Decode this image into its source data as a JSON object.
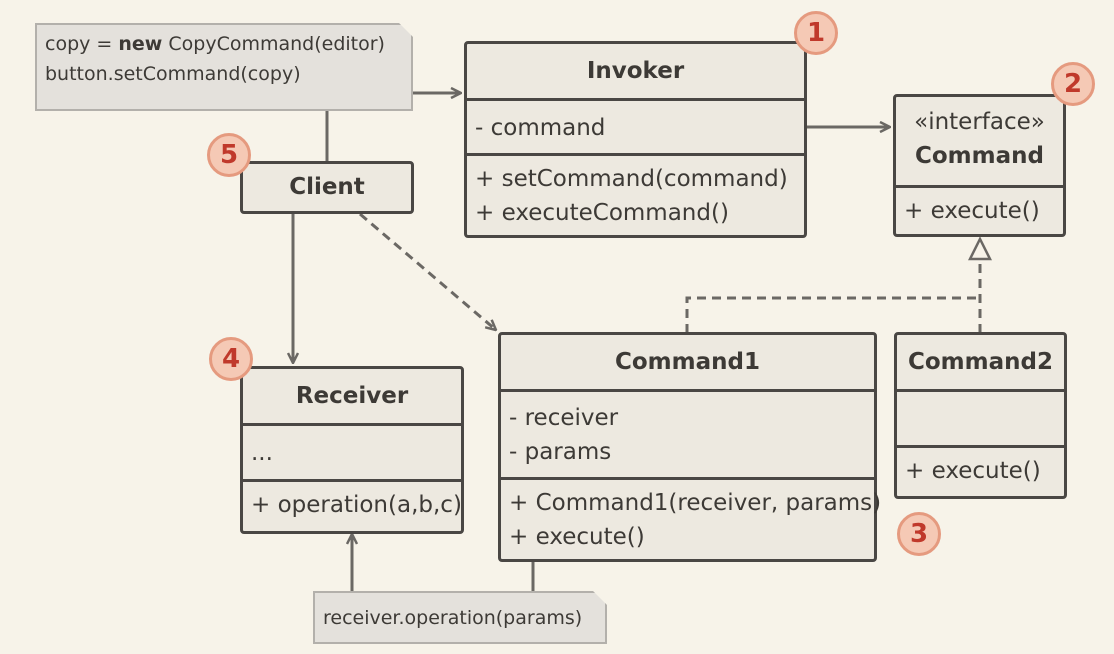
{
  "note_client": {
    "line1_prefix": "copy = ",
    "line1_keyword": "new",
    "line1_suffix": " CopyCommand(editor)",
    "line2": "button.setCommand(copy)"
  },
  "note_command1": {
    "text": "receiver.operation(params)"
  },
  "invoker": {
    "name": "Invoker",
    "fields": [
      "- command"
    ],
    "methods": [
      "+ setCommand(command)",
      "+ executeCommand()"
    ]
  },
  "command_interface": {
    "stereotype": "«interface»",
    "name": "Command",
    "methods": [
      "+ execute()"
    ]
  },
  "client": {
    "name": "Client"
  },
  "receiver": {
    "name": "Receiver",
    "fields": [
      "..."
    ],
    "methods": [
      "+ operation(a,b,c)"
    ]
  },
  "command1": {
    "name": "Command1",
    "fields": [
      "- receiver",
      "- params"
    ],
    "methods": [
      "+ Command1(receiver, params)",
      "+ execute()"
    ]
  },
  "command2": {
    "name": "Command2",
    "fields": [],
    "methods": [
      "+ execute()"
    ]
  },
  "badges": {
    "b1": "1",
    "b2": "2",
    "b3": "3",
    "b4": "4",
    "b5": "5"
  },
  "colors": {
    "background": "#f7f3e9",
    "box_fill": "#ede9e0",
    "box_border": "#4a4744",
    "note_fill": "#e4e1dc",
    "arrow": "#6b6864",
    "badge_fill": "#f5c9b5",
    "badge_text": "#c0392b"
  }
}
